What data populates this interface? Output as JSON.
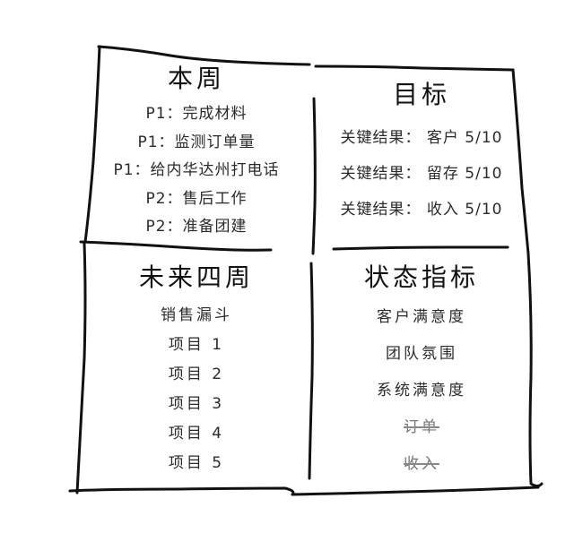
{
  "diagram": {
    "type": "four-quadrant-board",
    "style": "hand-drawn",
    "stroke_color": "#111111",
    "strike_color": "#888888"
  },
  "quadrants": {
    "top_left": {
      "title": "本周",
      "items": [
        {
          "text": "P1：完成材料"
        },
        {
          "text": "P1：监测订单量"
        },
        {
          "text": "P1：给内华达州打电话"
        },
        {
          "text": "P2：售后工作"
        },
        {
          "text": "P2：准备团建"
        }
      ]
    },
    "top_right": {
      "title": "目标",
      "items": [
        {
          "text": "关键结果： 客户 5/10"
        },
        {
          "text": "关键结果： 留存 5/10"
        },
        {
          "text": "关键结果： 收入 5/10"
        }
      ]
    },
    "bottom_left": {
      "title": "未来四周",
      "items": [
        {
          "text": "销售漏斗"
        },
        {
          "text": "项目 1"
        },
        {
          "text": "项目 2"
        },
        {
          "text": "项目 3"
        },
        {
          "text": "项目 4"
        },
        {
          "text": "项目 5"
        }
      ]
    },
    "bottom_right": {
      "title": "状态指标",
      "items": [
        {
          "text": "客户满意度",
          "struck": false
        },
        {
          "text": "团队氛围",
          "struck": false
        },
        {
          "text": "系统满意度",
          "struck": false
        },
        {
          "text": "订单",
          "struck": true
        },
        {
          "text": "收入",
          "struck": true
        }
      ]
    }
  }
}
